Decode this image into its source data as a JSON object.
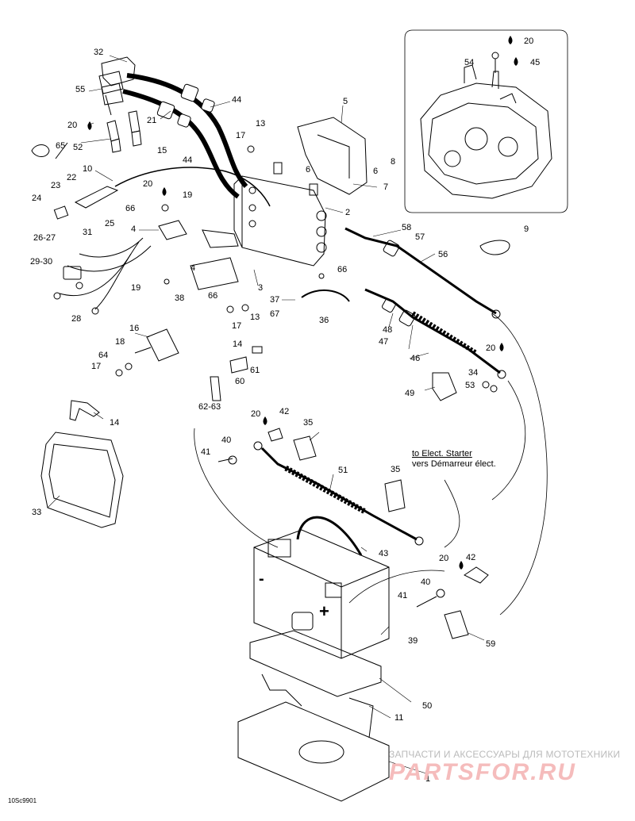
{
  "diagram": {
    "id": "10Sc9901",
    "note_line1": "to Elect. Starter",
    "note_line2": "vers Démarreur élect.",
    "battery_negative": "-",
    "battery_positive": "+",
    "watermark_top": "ЗАПЧАСТИ И АКСЕССУАРЫ ДЛЯ МОТОТЕХНИКИ",
    "watermark_logo": "PARTSFOR.RU",
    "labels": [
      {
        "id": "l32",
        "text": "32"
      },
      {
        "id": "l55",
        "text": "55"
      },
      {
        "id": "l44a",
        "text": "44"
      },
      {
        "id": "l5",
        "text": "5"
      },
      {
        "id": "l20a",
        "text": "20"
      },
      {
        "id": "l54",
        "text": "54"
      },
      {
        "id": "l45",
        "text": "45"
      },
      {
        "id": "l20b",
        "text": "20"
      },
      {
        "id": "l21",
        "text": "21"
      },
      {
        "id": "l13a",
        "text": "13"
      },
      {
        "id": "l52",
        "text": "52"
      },
      {
        "id": "l15",
        "text": "15"
      },
      {
        "id": "l17a",
        "text": "17"
      },
      {
        "id": "l65",
        "text": "65"
      },
      {
        "id": "l44b",
        "text": "44"
      },
      {
        "id": "l6a",
        "text": "6"
      },
      {
        "id": "l6b",
        "text": "6"
      },
      {
        "id": "l8",
        "text": "8"
      },
      {
        "id": "l10",
        "text": "10"
      },
      {
        "id": "l22",
        "text": "22"
      },
      {
        "id": "l7",
        "text": "7"
      },
      {
        "id": "l23",
        "text": "23"
      },
      {
        "id": "l20c",
        "text": "20"
      },
      {
        "id": "l19a",
        "text": "19"
      },
      {
        "id": "l2",
        "text": "2"
      },
      {
        "id": "l24",
        "text": "24"
      },
      {
        "id": "l66a",
        "text": "66"
      },
      {
        "id": "l25",
        "text": "25"
      },
      {
        "id": "l31",
        "text": "31"
      },
      {
        "id": "l4a",
        "text": "4"
      },
      {
        "id": "l58",
        "text": "58"
      },
      {
        "id": "l57",
        "text": "57"
      },
      {
        "id": "l9",
        "text": "9"
      },
      {
        "id": "l2627",
        "text": "26-27"
      },
      {
        "id": "l56",
        "text": "56"
      },
      {
        "id": "l2930",
        "text": "29-30"
      },
      {
        "id": "l66b",
        "text": "66"
      },
      {
        "id": "l4b",
        "text": "4"
      },
      {
        "id": "l3",
        "text": "3"
      },
      {
        "id": "l19b",
        "text": "19"
      },
      {
        "id": "l38",
        "text": "38"
      },
      {
        "id": "l66c",
        "text": "66"
      },
      {
        "id": "l37",
        "text": "37"
      },
      {
        "id": "l28",
        "text": "28"
      },
      {
        "id": "l17b",
        "text": "17"
      },
      {
        "id": "l13b",
        "text": "13"
      },
      {
        "id": "l67",
        "text": "67"
      },
      {
        "id": "l36",
        "text": "36"
      },
      {
        "id": "l48",
        "text": "48"
      },
      {
        "id": "l16",
        "text": "16"
      },
      {
        "id": "l47",
        "text": "47"
      },
      {
        "id": "l18",
        "text": "18"
      },
      {
        "id": "l14a",
        "text": "14"
      },
      {
        "id": "l20d",
        "text": "20"
      },
      {
        "id": "l46",
        "text": "46"
      },
      {
        "id": "l64",
        "text": "64"
      },
      {
        "id": "l61",
        "text": "61"
      },
      {
        "id": "l17c",
        "text": "17"
      },
      {
        "id": "l34",
        "text": "34"
      },
      {
        "id": "l60",
        "text": "60"
      },
      {
        "id": "l53",
        "text": "53"
      },
      {
        "id": "l49",
        "text": "49"
      },
      {
        "id": "l6263",
        "text": "62-63"
      },
      {
        "id": "l14b",
        "text": "14"
      },
      {
        "id": "l20e",
        "text": "20"
      },
      {
        "id": "l42a",
        "text": "42"
      },
      {
        "id": "l35a",
        "text": "35"
      },
      {
        "id": "l40a",
        "text": "40"
      },
      {
        "id": "l41a",
        "text": "41"
      },
      {
        "id": "l51",
        "text": "51"
      },
      {
        "id": "l35b",
        "text": "35"
      },
      {
        "id": "l33",
        "text": "33"
      },
      {
        "id": "l43",
        "text": "43"
      },
      {
        "id": "l20f",
        "text": "20"
      },
      {
        "id": "l42b",
        "text": "42"
      },
      {
        "id": "l40b",
        "text": "40"
      },
      {
        "id": "l41b",
        "text": "41"
      },
      {
        "id": "l39",
        "text": "39"
      },
      {
        "id": "l59",
        "text": "59"
      },
      {
        "id": "l50",
        "text": "50"
      },
      {
        "id": "l11",
        "text": "11"
      },
      {
        "id": "l1",
        "text": "1"
      }
    ]
  }
}
